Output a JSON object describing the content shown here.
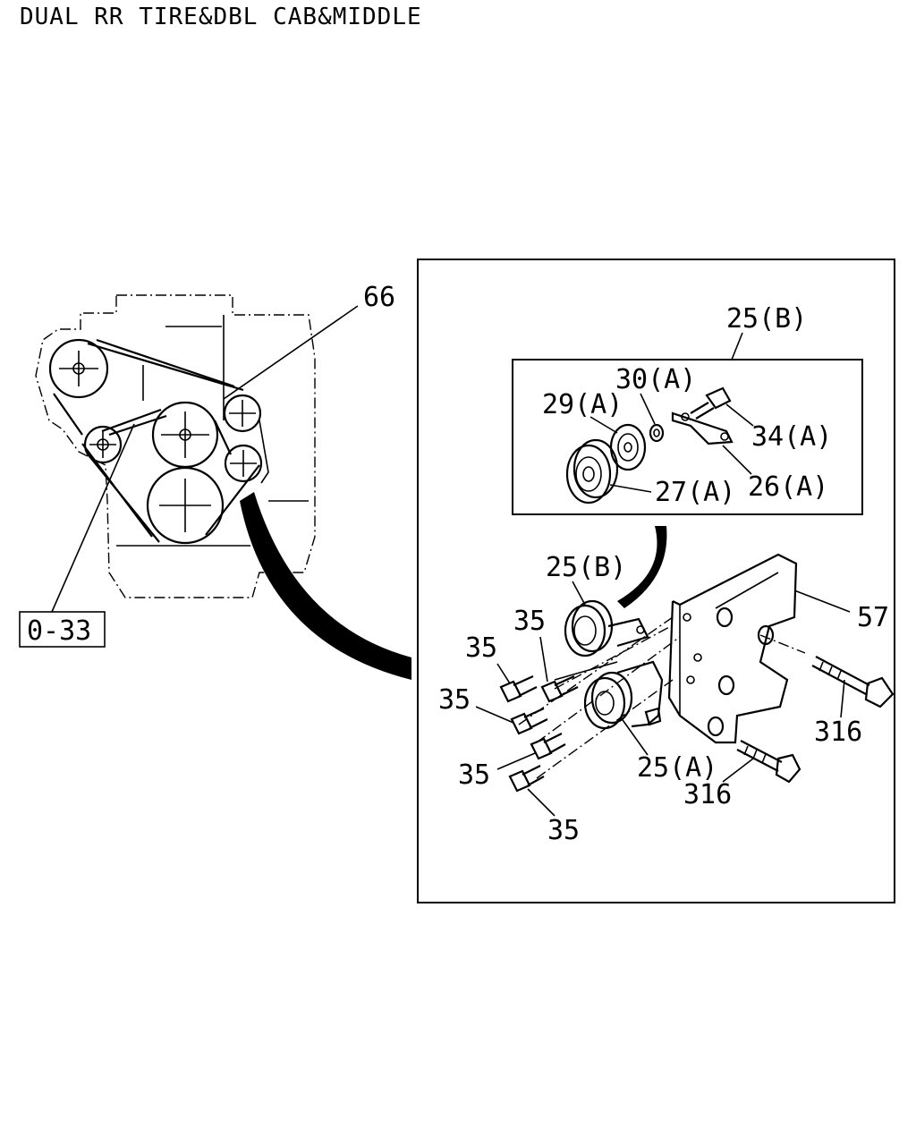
{
  "header": {
    "title": "DUAL RR TIRE&DBL CAB&MIDDLE"
  },
  "callouts": {
    "belt": "66",
    "ref_box": "0-33",
    "detail_b": "25(B)",
    "idler_assy_b": "25(B)",
    "idler_assy_a": "25(A)",
    "pulley_29a": "29(A)",
    "washer_30a": "30(A)",
    "bolt_34a": "34(A)",
    "pulley_27a": "27(A)",
    "bracket_26a": "26(A)",
    "bracket_57": "57",
    "bolt_35_a": "35",
    "bolt_35_b": "35",
    "bolt_35_c": "35",
    "bolt_35_d": "35",
    "bolt_35_e": "35",
    "bolt_316_a": "316",
    "bolt_316_b": "316"
  }
}
